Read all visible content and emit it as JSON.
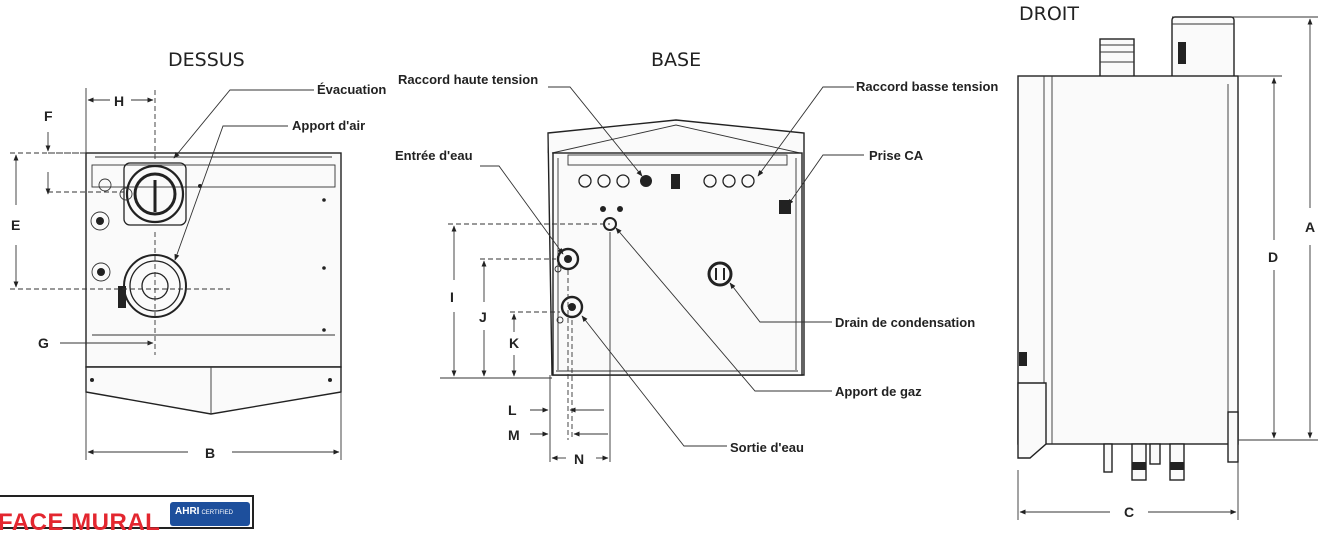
{
  "views": {
    "top": "DESSUS",
    "base": "BASE",
    "right": "DROIT"
  },
  "callouts": {
    "exhaust": "Évacuation",
    "air_supply": "Apport d'air",
    "high_voltage": "Raccord haute tension",
    "low_voltage": "Raccord basse tension",
    "water_inlet": "Entrée d'eau",
    "ac_outlet": "Prise CA",
    "condensate_drain": "Drain de condensation",
    "gas_supply": "Apport de gaz",
    "water_outlet": "Sortie d'eau"
  },
  "dimensions": {
    "A": "A",
    "B": "B",
    "C": "C",
    "D": "D",
    "E": "E",
    "F": "F",
    "G": "G",
    "H": "H",
    "I": "I",
    "J": "J",
    "K": "K",
    "L": "L",
    "M": "M",
    "N": "N"
  },
  "badge": {
    "text": "FACE MURAL",
    "logo_main": "AHRI",
    "logo_sub": "CERTIFIED"
  }
}
